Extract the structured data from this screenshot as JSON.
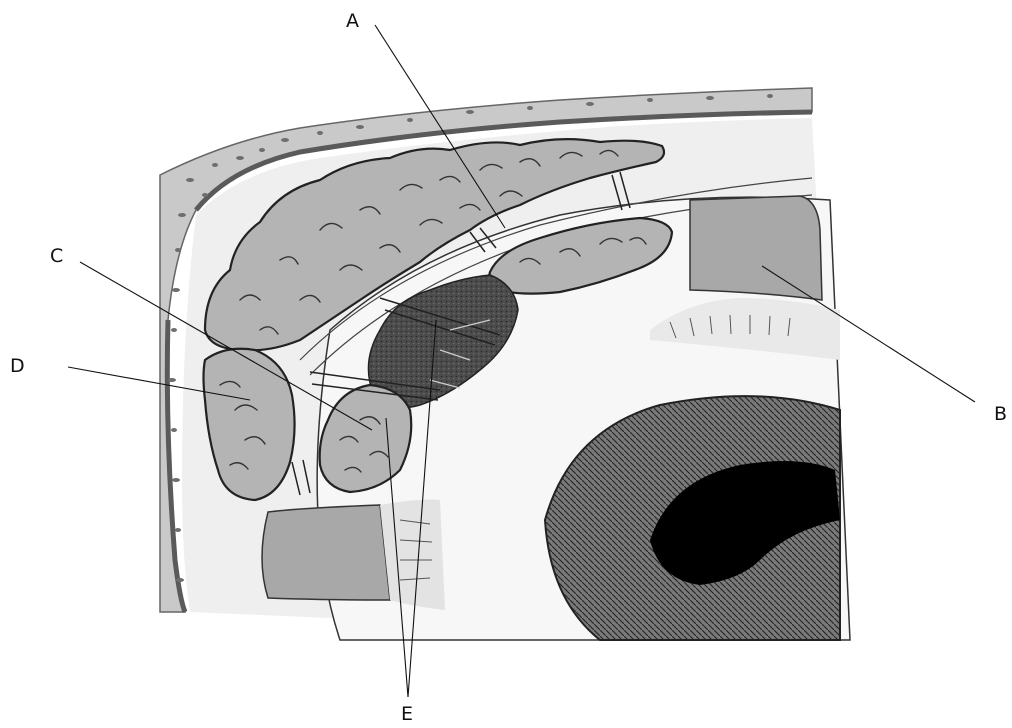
{
  "labels": {
    "A": "A",
    "B": "B",
    "C": "C",
    "D": "D",
    "E": "E"
  },
  "colors": {
    "bone": "#c9c9c9",
    "bone_border": "#5a5a5a",
    "gland": "#b4b4b4",
    "gland_dark": "#4a4a4a",
    "muscle": "#a8a8a8",
    "sclera": "#f2f2f2",
    "iris": "#6a6a6a",
    "pupil": "#000000",
    "outline": "#222222"
  }
}
